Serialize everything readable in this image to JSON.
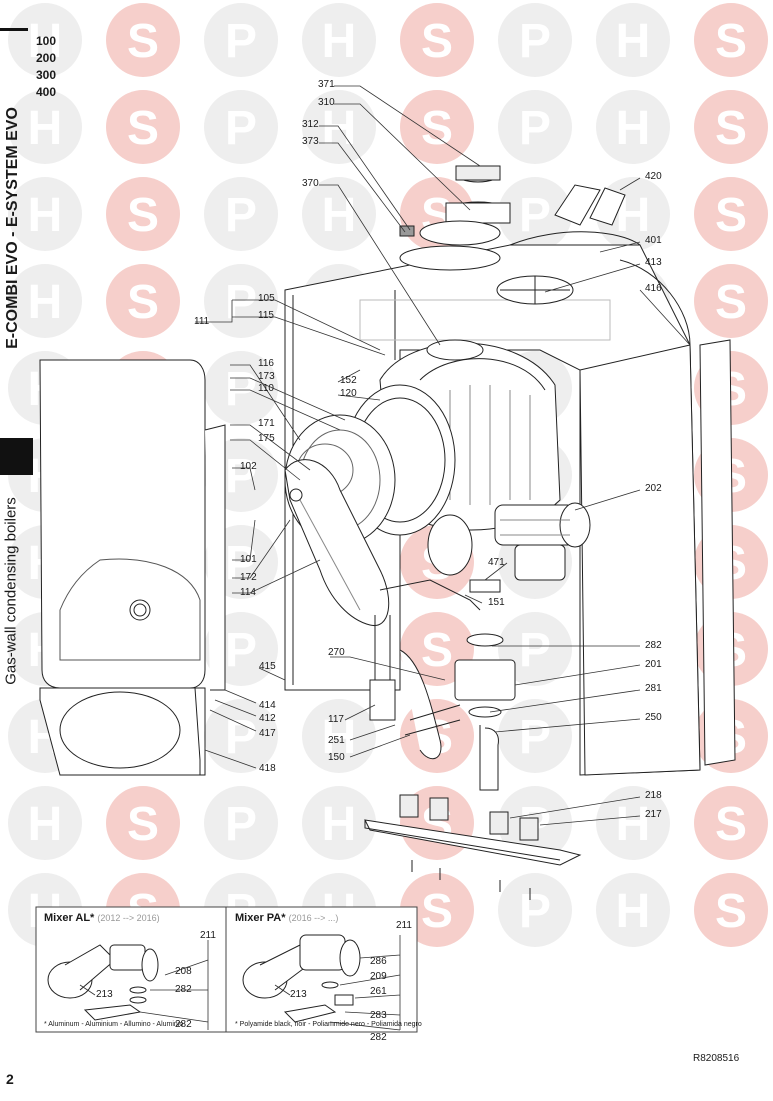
{
  "header": {
    "models": [
      "100",
      "200",
      "300",
      "400"
    ],
    "series_title": "E-COMBI EVO   -   E-SYSTEM EVO",
    "category": "Gas-wall condensing boilers"
  },
  "watermark": {
    "letters": [
      "H",
      "S",
      "P"
    ],
    "color": "#f4c7c3"
  },
  "parts": [
    {
      "id": "371",
      "name": "label-371"
    },
    {
      "id": "310",
      "name": "label-310"
    },
    {
      "id": "312",
      "name": "label-312"
    },
    {
      "id": "373",
      "name": "label-373"
    },
    {
      "id": "370",
      "name": "label-370"
    },
    {
      "id": "420",
      "name": "label-420"
    },
    {
      "id": "401",
      "name": "label-401"
    },
    {
      "id": "413",
      "name": "label-413"
    },
    {
      "id": "416",
      "name": "label-416"
    },
    {
      "id": "105",
      "name": "label-105"
    },
    {
      "id": "115",
      "name": "label-115"
    },
    {
      "id": "111",
      "name": "label-111"
    },
    {
      "id": "152",
      "name": "label-152"
    },
    {
      "id": "120",
      "name": "label-120"
    },
    {
      "id": "116",
      "name": "label-116"
    },
    {
      "id": "173",
      "name": "label-173"
    },
    {
      "id": "110",
      "name": "label-110"
    },
    {
      "id": "171",
      "name": "label-171"
    },
    {
      "id": "175",
      "name": "label-175"
    },
    {
      "id": "102",
      "name": "label-102"
    },
    {
      "id": "202",
      "name": "label-202"
    },
    {
      "id": "101",
      "name": "label-101"
    },
    {
      "id": "172",
      "name": "label-172"
    },
    {
      "id": "114",
      "name": "label-114"
    },
    {
      "id": "471",
      "name": "label-471"
    },
    {
      "id": "151",
      "name": "label-151"
    },
    {
      "id": "282",
      "name": "label-282"
    },
    {
      "id": "270",
      "name": "label-270"
    },
    {
      "id": "201",
      "name": "label-201"
    },
    {
      "id": "415",
      "name": "label-415"
    },
    {
      "id": "281",
      "name": "label-281"
    },
    {
      "id": "414",
      "name": "label-414"
    },
    {
      "id": "412",
      "name": "label-412"
    },
    {
      "id": "117",
      "name": "label-117"
    },
    {
      "id": "417",
      "name": "label-417"
    },
    {
      "id": "250",
      "name": "label-250"
    },
    {
      "id": "251",
      "name": "label-251"
    },
    {
      "id": "150",
      "name": "label-150"
    },
    {
      "id": "418",
      "name": "label-418"
    },
    {
      "id": "218",
      "name": "label-218"
    },
    {
      "id": "217",
      "name": "label-217"
    }
  ],
  "inset": {
    "al": {
      "title": "Mixer AL*",
      "dates": "(2012 --> 2016)",
      "labels": [
        "211",
        "208",
        "213",
        "282",
        "282"
      ],
      "note": "* Aluminum - Aluminium - Allumino - Aluminio"
    },
    "pa": {
      "title": "Mixer PA*",
      "dates": "(2016 --> ...)",
      "labels": [
        "211",
        "286",
        "209",
        "261",
        "213",
        "283",
        "282"
      ],
      "note": "* Polyamide black, noir - Poliammide nero - Poliamida negro"
    }
  },
  "footer": {
    "page_number": "2",
    "ref_code": "R8208516"
  }
}
